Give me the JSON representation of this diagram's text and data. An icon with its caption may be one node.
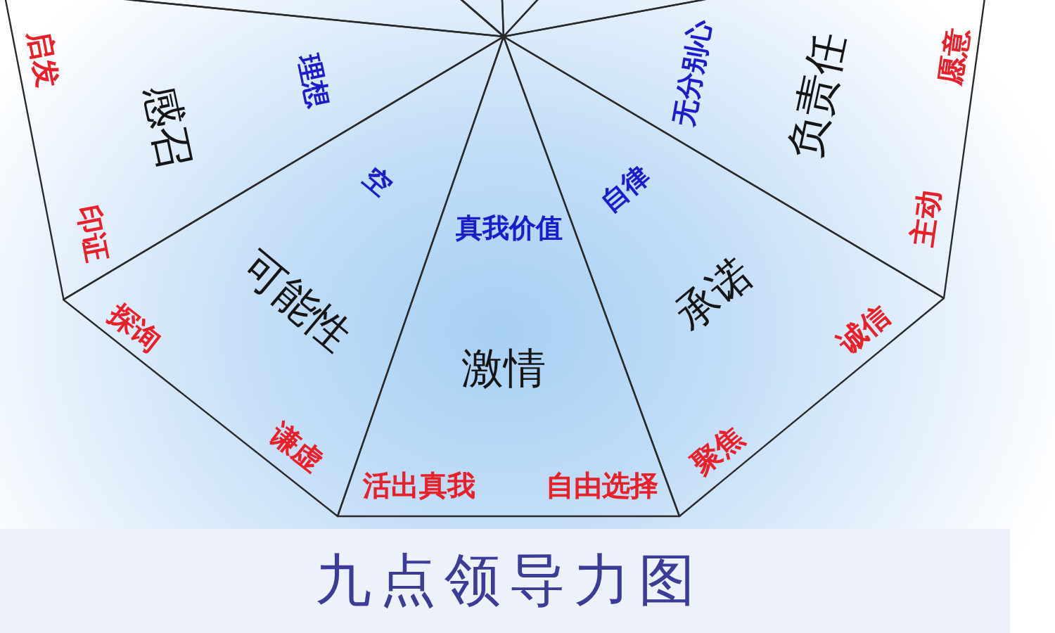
{
  "diagram": {
    "title": "九点领导力图",
    "nodes": [
      {
        "text": [],
        "shape": "triangle"
      },
      {
        "text": [],
        "shape": "triangle"
      },
      {
        "text": [],
        "shape": "triangle"
      },
      {
        "text": [],
        "shape": "triangle"
      },
      {
        "text": [
          "感召",
          "理想",
          "启发",
          "印证"
        ]
      },
      {
        "text": [
          "可能性",
          "空",
          "探询",
          "谦虚"
        ]
      },
      {
        "text": [
          "激情",
          "真我价值",
          "活出真我",
          "自由选择"
        ]
      },
      {
        "text": [
          "承诺",
          "自律",
          "聚焦",
          "诚信"
        ]
      },
      {
        "text": [
          "负责任",
          "无分别心",
          "主动",
          "愿意"
        ]
      }
    ]
  }
}
